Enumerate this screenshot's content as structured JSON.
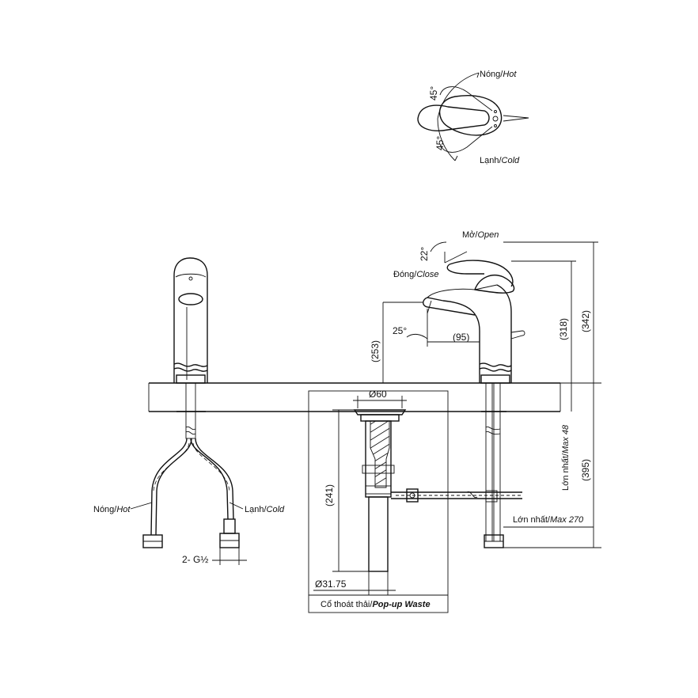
{
  "handle_rotation": {
    "hot": "Nóng/",
    "hot_en": "Hot",
    "cold": "Lạnh/",
    "cold_en": "Cold",
    "angle_hot": "45°",
    "angle_cold": "45°"
  },
  "side_view": {
    "open": "Mở/",
    "open_en": "Open",
    "close": "Đóng/",
    "close_en": "Close",
    "angle_open": "22°",
    "angle_spout": "25°",
    "dim_spout_reach": "(95)",
    "dim_spout_height": "(253)",
    "dim_body_height": "(318)",
    "dim_total_height": "(342)",
    "dim_below_counter": "(395)",
    "max_thickness": "Lớn nhất/",
    "max_thickness_en": "Max 48",
    "max_hose": "Lớn nhất/",
    "max_hose_en": "Max 270"
  },
  "front_view": {
    "hot_hose": "Nóng/",
    "hot_hose_en": "Hot",
    "cold_hose": "Lạnh/",
    "cold_hose_en": "Cold",
    "connection": "2- G½"
  },
  "waste": {
    "dim_top": "Ø60",
    "dim_length": "(241)",
    "dim_pipe": "Ø31.75",
    "caption": "Cổ thoát thải/",
    "caption_en": "Pop-up Waste"
  }
}
